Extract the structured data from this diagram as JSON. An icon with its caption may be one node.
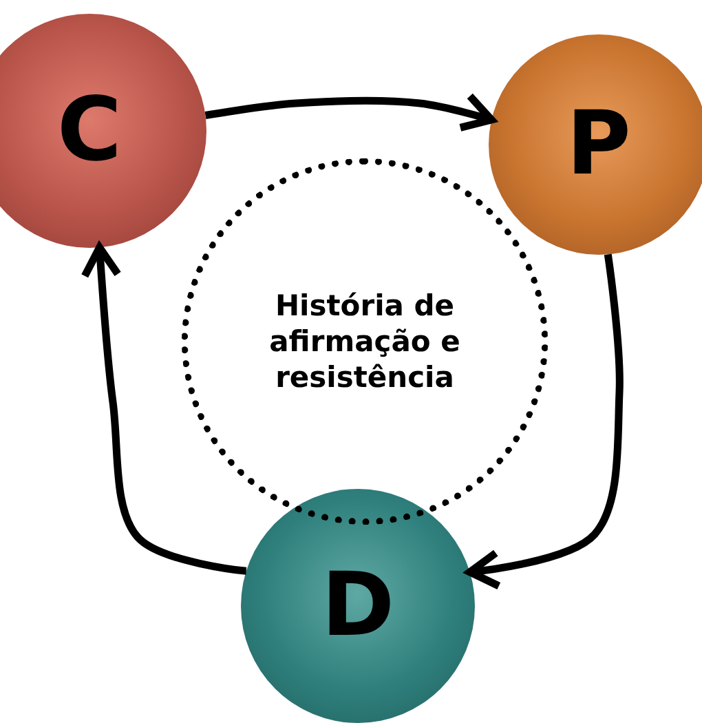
{
  "diagram": {
    "nodes": [
      {
        "text": [
          "C"
        ]
      },
      {
        "text": [
          "P"
        ]
      },
      {
        "text": [
          "D"
        ]
      },
      {
        "text": [
          "História de afirmação e resistência"
        ]
      }
    ],
    "edges": [
      {
        "from": 0,
        "to": 1,
        "arrow": "to"
      },
      {
        "from": 1,
        "to": 2,
        "arrow": "to"
      },
      {
        "from": 2,
        "to": 0,
        "arrow": "to"
      }
    ]
  }
}
